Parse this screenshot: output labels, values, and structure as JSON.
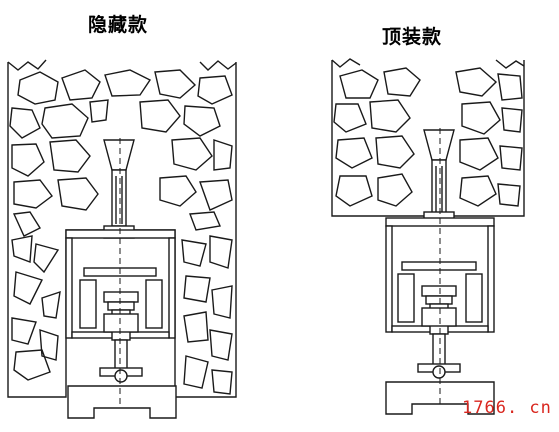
{
  "left_variant": {
    "title": "隐藏款"
  },
  "right_variant": {
    "title": "顶装款"
  },
  "watermark": "1766. cn",
  "colors": {
    "line": "#1a1a1a",
    "metal_fill": "#ffffff",
    "watermark": "#d9271f"
  }
}
